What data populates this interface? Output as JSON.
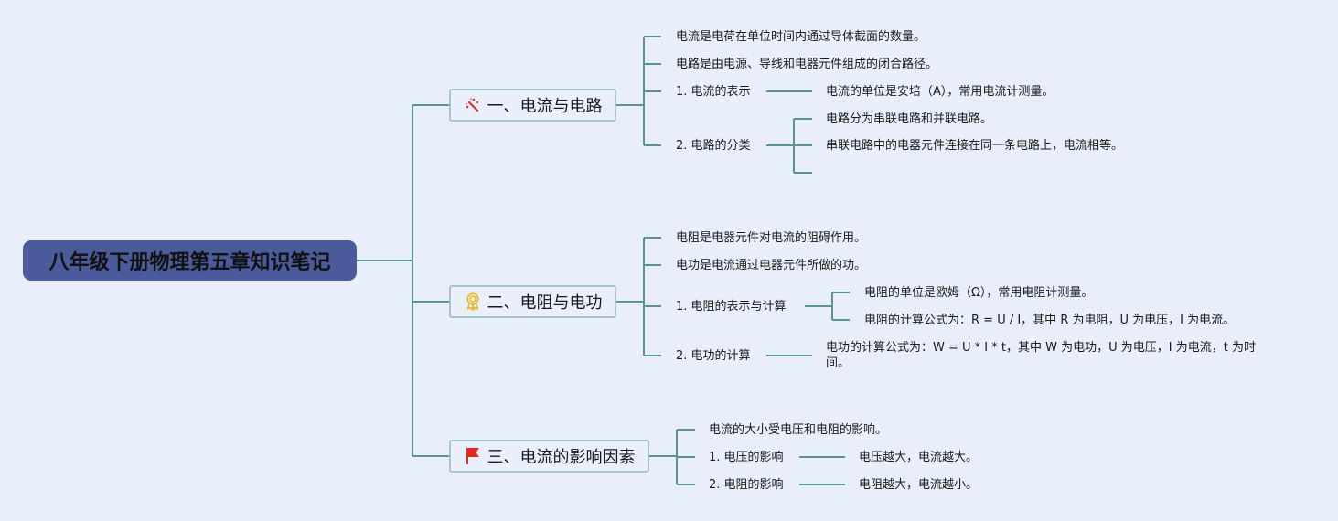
{
  "mindmap": {
    "root": {
      "label": "八年级下册物理第五章知识笔记",
      "color": "#4a5a9a"
    },
    "line_color": "#5a9490",
    "branches": [
      {
        "label": "一、电流与电路",
        "icon": "magic-wand-icon",
        "icon_color": "#d9342b",
        "children": [
          {
            "label": "电流是电荷在单位时间内通过导体截面的数量。"
          },
          {
            "label": "电路是由电源、导线和电器元件组成的闭合路径。"
          },
          {
            "label": "1. 电流的表示",
            "children": [
              {
                "label": "电流的单位是安培（A），常用电流计测量。"
              }
            ]
          },
          {
            "label": "2. 电路的分类",
            "children": [
              {
                "label": "电路分为串联电路和并联电路。"
              },
              {
                "label": "串联电路中的电器元件连接在同一条电路上，电流相等。"
              },
              {
                "label": ""
              }
            ]
          }
        ]
      },
      {
        "label": "二、电阻与电功",
        "icon": "award-ribbon-icon",
        "icon_color": "#e8b830",
        "children": [
          {
            "label": "电阻是电器元件对电流的阻碍作用。"
          },
          {
            "label": "电功是电流通过电器元件所做的功。"
          },
          {
            "label": "1. 电阻的表示与计算",
            "children": [
              {
                "label": "电阻的单位是欧姆（Ω），常用电阻计测量。"
              },
              {
                "label": "电阻的计算公式为：R = U / I，其中 R 为电阻，U 为电压，I 为电流。"
              }
            ]
          },
          {
            "label": "2. 电功的计算",
            "children": [
              {
                "label": "电功的计算公式为：W = U * I * t，其中 W 为电功，U 为电压，I 为电流，t 为时间。"
              }
            ]
          }
        ]
      },
      {
        "label": "三、电流的影响因素",
        "icon": "flag-icon",
        "icon_color": "#e02a1f",
        "children": [
          {
            "label": "电流的大小受电压和电阻的影响。"
          },
          {
            "label": "1. 电压的影响",
            "children": [
              {
                "label": "电压越大，电流越大。"
              }
            ]
          },
          {
            "label": "2. 电阻的影响",
            "children": [
              {
                "label": "电阻越大，电流越小。"
              }
            ]
          }
        ]
      }
    ]
  }
}
